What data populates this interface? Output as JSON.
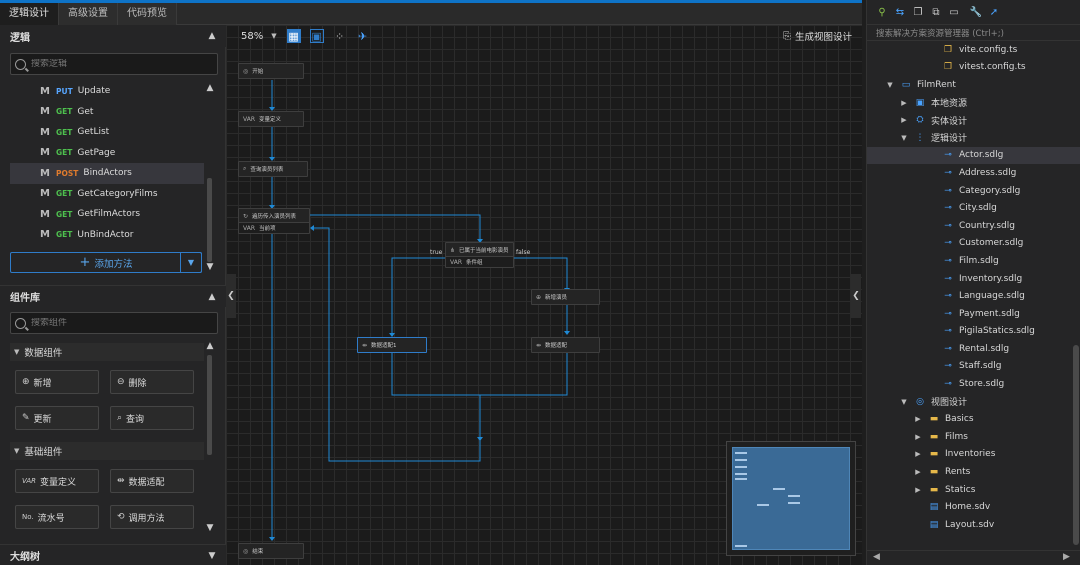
{
  "tabs": [
    "逻辑设计",
    "高级设置",
    "代码预览"
  ],
  "logic": {
    "title": "逻辑",
    "search_placeholder": "搜索逻辑",
    "methods": [
      {
        "verb": "PUT",
        "name": "Update"
      },
      {
        "verb": "GET",
        "name": "Get"
      },
      {
        "verb": "GET",
        "name": "GetList"
      },
      {
        "verb": "GET",
        "name": "GetPage"
      },
      {
        "verb": "POST",
        "name": "BindActors",
        "selected": true
      },
      {
        "verb": "GET",
        "name": "GetCategoryFilms"
      },
      {
        "verb": "GET",
        "name": "GetFilmActors"
      },
      {
        "verb": "GET",
        "name": "UnBindActor"
      }
    ],
    "add_method_label": "添加方法"
  },
  "components": {
    "title": "组件库",
    "search_placeholder": "搜索组件",
    "data_group": "数据组件",
    "data_items": [
      "新增",
      "删除",
      "更新",
      "查询"
    ],
    "basic_group": "基础组件",
    "basic_items": [
      "变量定义",
      "数据适配",
      "流水号",
      "调用方法"
    ]
  },
  "outline": {
    "title": "大纲树"
  },
  "canvas": {
    "zoom": "58%",
    "generate_view_label": "生成视图设计",
    "nodes": {
      "start": "开始",
      "var": "变量定义",
      "query": "查询演员列表",
      "loop": "遍历传入演员列表",
      "loop_var": "当前项",
      "cond": "已属于当前电影演员",
      "cond_var": "条件组",
      "create": "新增演员",
      "adapt1": "数据适配1",
      "adapt2": "数据适配",
      "end": "结束"
    },
    "edge_true": "true",
    "edge_false": "false"
  },
  "explorer": {
    "search_placeholder": "搜索解决方案资源管理器 (Ctrl+;)",
    "tree": [
      {
        "label": "vite.config.ts",
        "indent": 4,
        "icon": "file-ts-icon"
      },
      {
        "label": "vitest.config.ts",
        "indent": 4,
        "icon": "file-ts-icon"
      },
      {
        "label": "FilmRent",
        "indent": 1,
        "icon": "project-icon",
        "arrow": "down"
      },
      {
        "label": "本地资源",
        "indent": 2,
        "icon": "image-folder-icon",
        "arrow": "right"
      },
      {
        "label": "实体设计",
        "indent": 2,
        "icon": "entity-icon",
        "arrow": "right"
      },
      {
        "label": "逻辑设计",
        "indent": 2,
        "icon": "logic-icon",
        "arrow": "down"
      },
      {
        "label": "Actor.sdlg",
        "indent": 4,
        "icon": "logic-file-icon",
        "selected": true
      },
      {
        "label": "Address.sdlg",
        "indent": 4,
        "icon": "logic-file-icon"
      },
      {
        "label": "Category.sdlg",
        "indent": 4,
        "icon": "logic-file-icon"
      },
      {
        "label": "City.sdlg",
        "indent": 4,
        "icon": "logic-file-icon"
      },
      {
        "label": "Country.sdlg",
        "indent": 4,
        "icon": "logic-file-icon"
      },
      {
        "label": "Customer.sdlg",
        "indent": 4,
        "icon": "logic-file-icon"
      },
      {
        "label": "Film.sdlg",
        "indent": 4,
        "icon": "logic-file-icon"
      },
      {
        "label": "Inventory.sdlg",
        "indent": 4,
        "icon": "logic-file-icon"
      },
      {
        "label": "Language.sdlg",
        "indent": 4,
        "icon": "logic-file-icon"
      },
      {
        "label": "Payment.sdlg",
        "indent": 4,
        "icon": "logic-file-icon"
      },
      {
        "label": "PigilaStatics.sdlg",
        "indent": 4,
        "icon": "logic-file-icon"
      },
      {
        "label": "Rental.sdlg",
        "indent": 4,
        "icon": "logic-file-icon"
      },
      {
        "label": "Staff.sdlg",
        "indent": 4,
        "icon": "logic-file-icon"
      },
      {
        "label": "Store.sdlg",
        "indent": 4,
        "icon": "logic-file-icon"
      },
      {
        "label": "视图设计",
        "indent": 2,
        "icon": "view-icon",
        "arrow": "down"
      },
      {
        "label": "Basics",
        "indent": 3,
        "icon": "folder-icon",
        "arrow": "right"
      },
      {
        "label": "Films",
        "indent": 3,
        "icon": "folder-icon",
        "arrow": "right"
      },
      {
        "label": "Inventories",
        "indent": 3,
        "icon": "folder-icon",
        "arrow": "right"
      },
      {
        "label": "Rents",
        "indent": 3,
        "icon": "folder-icon",
        "arrow": "right"
      },
      {
        "label": "Statics",
        "indent": 3,
        "icon": "folder-icon",
        "arrow": "right"
      },
      {
        "label": "Home.sdv",
        "indent": 3,
        "icon": "view-file-icon"
      },
      {
        "label": "Layout.sdv",
        "indent": 3,
        "icon": "view-file-icon"
      }
    ]
  },
  "colors": {
    "accent": "#2f7cc9",
    "get": "#4ec04e",
    "put": "#57a6ff",
    "post": "#e07b2d",
    "folder": "#e6b84a"
  }
}
